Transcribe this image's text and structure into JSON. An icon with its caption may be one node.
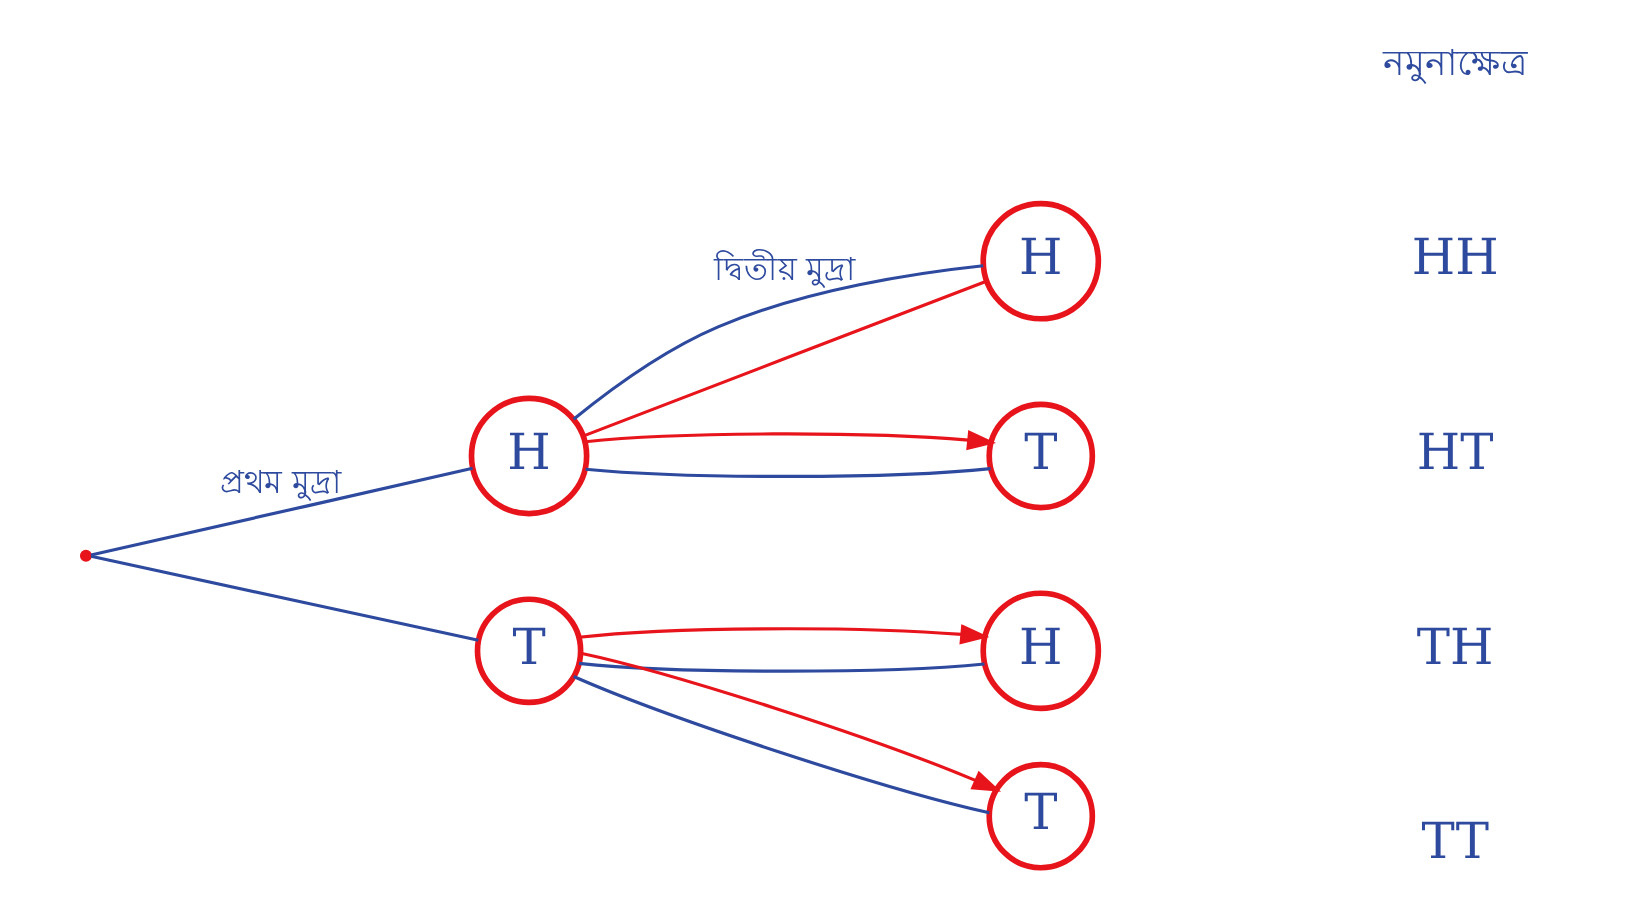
{
  "diagram": {
    "nodes": [
      {
        "text": [],
        "shape": "point"
      },
      {
        "text": [
          "H"
        ]
      },
      {
        "text": [
          "T"
        ]
      },
      {
        "text": [
          "H"
        ]
      },
      {
        "text": [
          "T"
        ]
      },
      {
        "text": [
          "H"
        ]
      },
      {
        "text": [
          "T"
        ]
      }
    ],
    "edges": [
      {
        "from": 0,
        "to": 1,
        "arrow": "none",
        "label": "প্রথম মুদ্রা"
      },
      {
        "from": 0,
        "to": 2,
        "arrow": "none"
      },
      {
        "from": 1,
        "to": 3,
        "arrow": "none",
        "label": "দ্বিতীয় মুদ্রা"
      },
      {
        "from": 1,
        "to": 4,
        "arrow": "none"
      },
      {
        "from": 2,
        "to": 5,
        "arrow": "none"
      },
      {
        "from": 2,
        "to": 6,
        "arrow": "none"
      },
      {
        "from": 1,
        "to": 3,
        "arrow": "none",
        "color": "#e8141b"
      },
      {
        "from": 1,
        "to": 4,
        "arrow": "to",
        "color": "#e8141b"
      },
      {
        "from": 2,
        "to": 5,
        "arrow": "to",
        "color": "#e8141b"
      },
      {
        "from": 2,
        "to": 6,
        "arrow": "to",
        "color": "#e8141b"
      }
    ],
    "labels": [
      "নমুনাক্ষেত্র",
      "HH",
      "HT",
      "TH",
      "TT"
    ]
  }
}
